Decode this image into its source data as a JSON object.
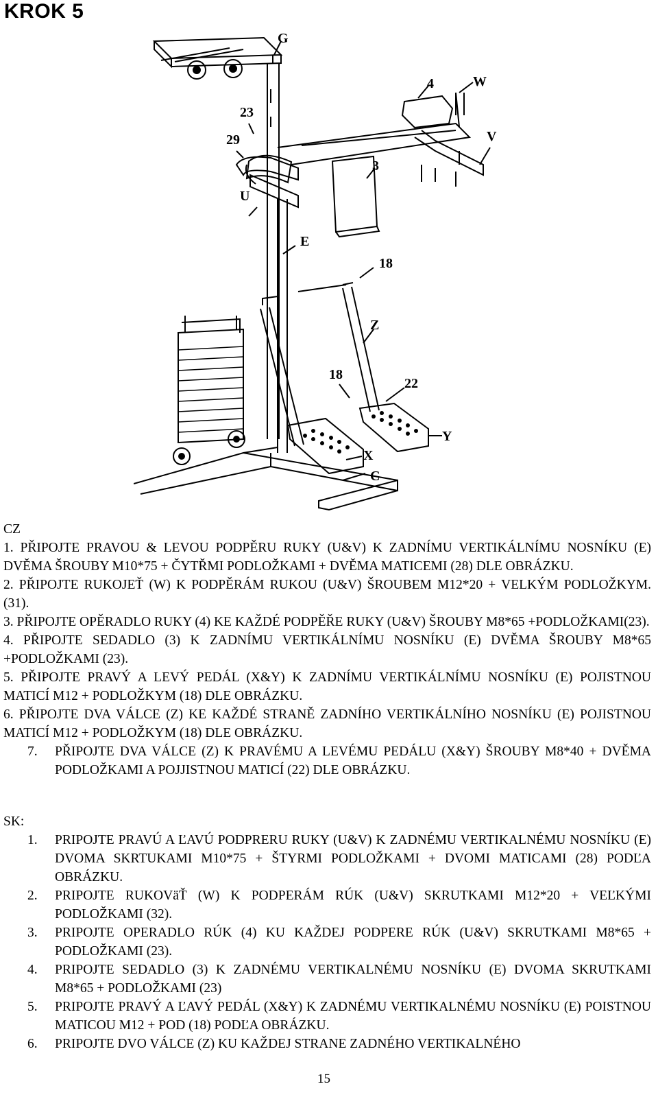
{
  "page": {
    "title": "KROK 5",
    "page_number": "15"
  },
  "figure": {
    "labels": [
      "G",
      "23",
      "29",
      "U",
      "4",
      "W",
      "V",
      "3",
      "E",
      "18",
      "Z",
      "18",
      "22",
      "Y",
      "X",
      "C"
    ]
  },
  "cz": {
    "heading": "CZ",
    "items": [
      "1. PŘIPOJTE PRAVOU & LEVOU PODPĚRU RUKY (U&V) K ZADNÍMU VERTIKÁLNÍMU NOSNÍKU (E) DVĚMA ŠROUBY M10*75 + ČYTŘMI PODLOŽKAMI + DVĚMA MATICEMI (28) DLE OBRÁZKU.",
      "2. PŘIPOJTE RUKOJEŤ (W) K PODPĚRÁM RUKOU (U&V) ŠROUBEM M12*20 + VELKÝM PODLOŽKYM. (31).",
      "3. PŘIPOJTE OPĚRADLO RUKY (4) KE KAŽDÉ PODPĚŘE RUKY (U&V) ŠROUBY M8*65 +PODLOŽKAMI(23).",
      "4. PŘIPOJTE SEDADLO (3) K ZADNÍMU VERTIKÁLNÍMU NOSNÍKU (E) DVĚMA ŠROUBY M8*65 +PODLOŽKAMI (23).",
      "5. PŘIPOJTE PRAVÝ A LEVÝ PEDÁL (X&Y) K ZADNÍMU VERTIKÁLNÍMU NOSNÍKU (E) POJISTNOU MATICÍ M12 + PODLOŽKYM (18) DLE OBRÁZKU.",
      "6. PŘIPOJTE DVA VÁLCE (Z) KE KAŽDÉ STRANĚ ZADNÍHO VERTIKÁLNÍHO NOSNÍKU (E) POJISTNOU MATICÍ M12 + PODLOŽKYM (18) DLE OBRÁZKU."
    ],
    "item7": {
      "num": "7.",
      "text": "PŘIPOJTE DVA VÁLCE (Z) K PRAVÉMU A LEVÉMU PEDÁLU (X&Y) ŠROUBY M8*40 + DVĚMA PODLOŽKAMI A POJJISTNOU MATICÍ (22) DLE OBRÁZKU."
    }
  },
  "sk": {
    "heading": "SK:",
    "items": [
      {
        "num": "1.",
        "text": "PRIPOJTE PRAVÚ A ĽAVÚ PODPRERU RUKY (U&V) K ZADNÉMU VERTIKALNÉMU NOSNÍKU (E) DVOMA SKRTUKAMI M10*75 + ŠTYRMI PODLOŽKAMI + DVOMI MATICAMI (28) PODĽA OBRÁZKU."
      },
      {
        "num": "2.",
        "text": "PRIPOJTE  RUKOVäŤ (W) K PODPERÁM RÚK (U&V) SKRUTKAMI M12*20 + VEĽKÝMI PODLOŽKAMI (32)."
      },
      {
        "num": "3.",
        "text": "PRIPOJTE OPERADLO RÚK (4) KU KAŽDEJ PODPERE RÚK (U&V) SKRUTKAMI M8*65 + PODLOŽKAMI (23)."
      },
      {
        "num": "4.",
        "text": "PRIPOJTE SEDADLO (3) K ZADNÉMU VERTIKALNÉMU NOSNÍKU (E) DVOMA SKRUTKAMI M8*65 + PODLOŽKAMI (23)"
      },
      {
        "num": "5.",
        "text": "PRIPOJTE PRAVÝ A ĽAVÝ PEDÁL (X&Y)  K ZADNÉMU VERTIKALNÉMU NOSNÍKU (E) POISTNOU MATICOU M12 + POD (18) PODĽA OBRÁZKU."
      },
      {
        "num": "6.",
        "text": "PRIPOJTE DVO VÁLCE (Z) KU KAŽDEJ STRANE ZADNÉHO VERTIKALNÉHO"
      }
    ]
  }
}
